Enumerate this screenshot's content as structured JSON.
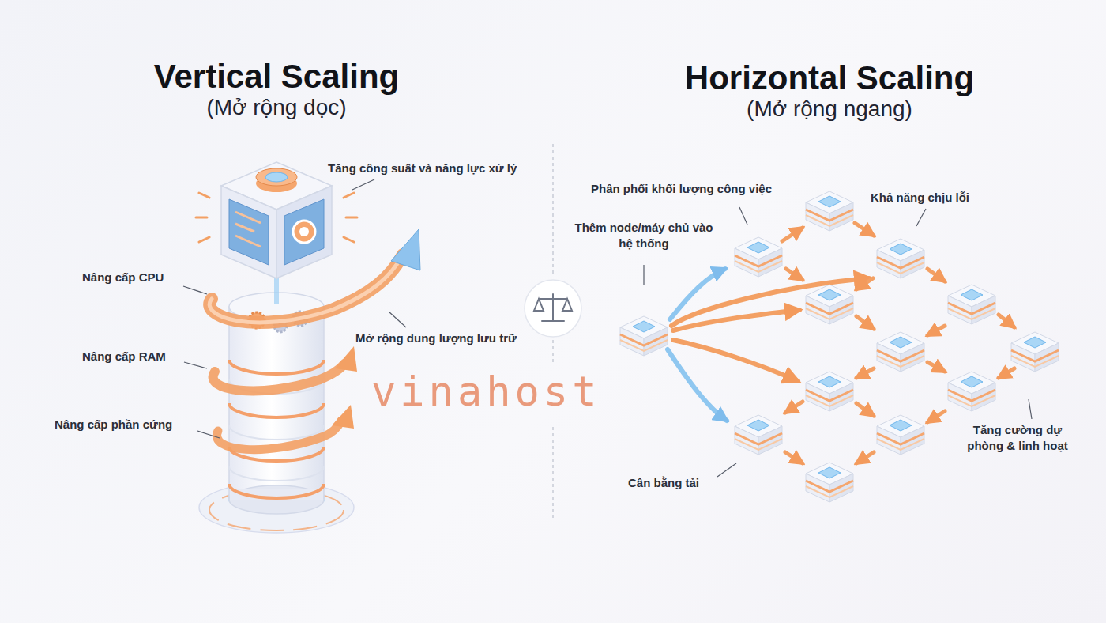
{
  "diagram": {
    "labels": [
      "Vertical Scaling",
      "(Mở rộng dọc)",
      "Horizontal Scaling",
      "(Mở rộng ngang)",
      "Tăng công suất và năng lực xử lý",
      "Nâng cấp CPU",
      "Mở rộng dung lượng lưu trữ",
      "Nâng cấp RAM",
      "Nâng cấp phần cứng",
      "Phân phối khối lượng công việc",
      "Khả năng chịu lỗi",
      "Thêm node/máy chủ vào hệ thống",
      "Tăng cường dự phòng & linh hoạt",
      "Cân bằng tải",
      "vinahost"
    ]
  }
}
